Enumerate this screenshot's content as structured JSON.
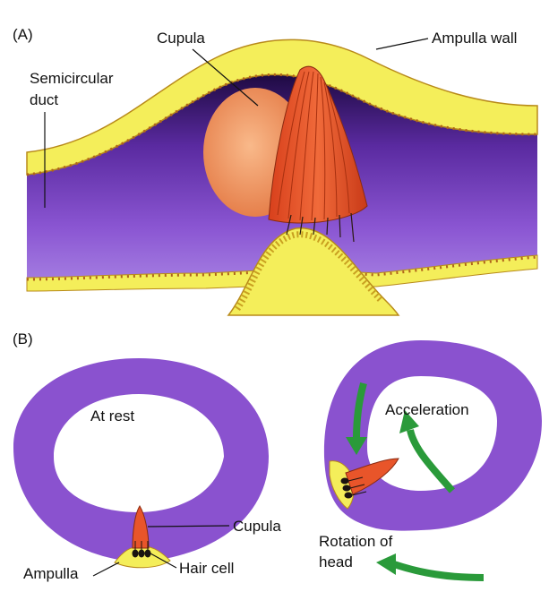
{
  "panel_a": {
    "letter": "(A)",
    "labels": {
      "cupula": "Cupula",
      "ampulla_wall": "Ampulla wall",
      "semicircular_line1": "Semicircular",
      "semicircular_line2": "duct"
    }
  },
  "panel_b": {
    "letter": "(B)",
    "left": {
      "state": "At rest",
      "cupula": "Cupula",
      "hair_cell": "Hair cell",
      "ampulla": "Ampulla"
    },
    "right": {
      "state": "Acceleration",
      "rotation_line1": "Rotation of",
      "rotation_line2": "head"
    }
  },
  "colors": {
    "duct_purple": "#8a52cf",
    "duct_dark": "#3a1470",
    "wall_yellow": "#f4ee5a",
    "cupula_red": "#e8552a",
    "cupula_peach": "#f39a6a",
    "arrow_green": "#2a9a3a"
  }
}
